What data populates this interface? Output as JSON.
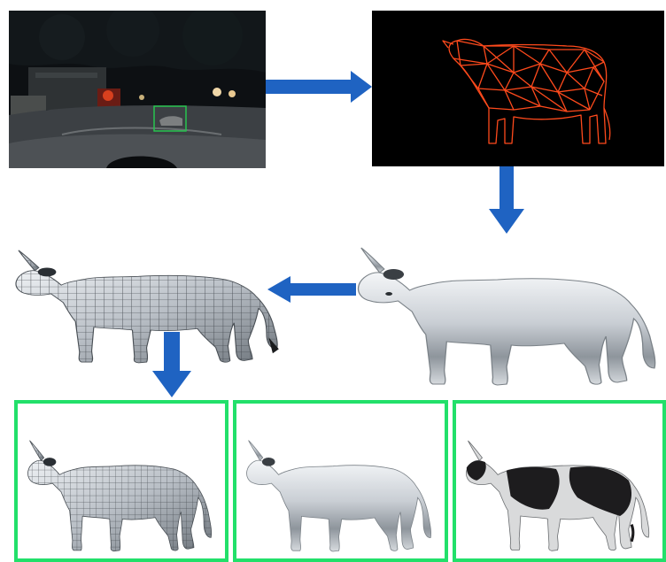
{
  "colors": {
    "arrow": "#1f63c2",
    "highlight_border": "#22e06a",
    "wireframe": "#ff4a1c",
    "detection_box": "#27c44e",
    "night_scene": "#0d1013"
  },
  "stages": [
    {
      "id": "night-scene-photo"
    },
    {
      "id": "wireframe-cow"
    },
    {
      "id": "smooth-cow-mesh"
    },
    {
      "id": "gridded-cow-mesh"
    },
    {
      "id": "result-gridded"
    },
    {
      "id": "result-smooth"
    },
    {
      "id": "result-textured"
    }
  ],
  "flow": [
    "night-scene-photo",
    "wireframe-cow",
    "smooth-cow-mesh",
    "gridded-cow-mesh",
    "results"
  ]
}
